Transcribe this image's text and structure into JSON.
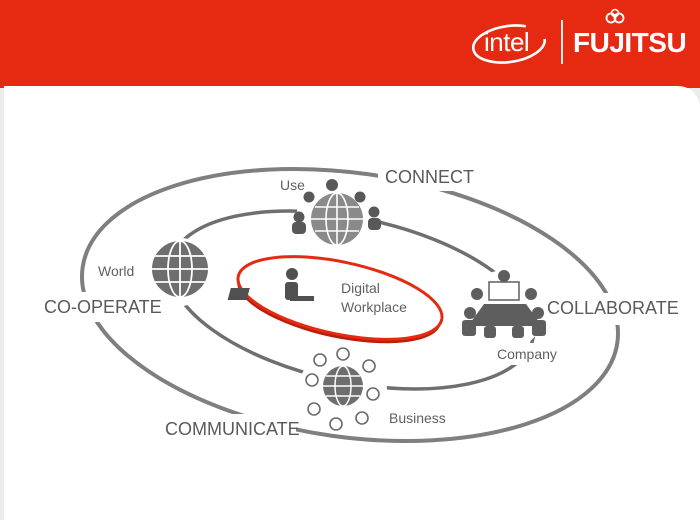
{
  "brand": {
    "intel": "intel",
    "fujitsu": "FUJITSU"
  },
  "diagram": {
    "outer_labels": {
      "connect": "CONNECT",
      "cooperate": "CO-OPERATE",
      "collaborate": "COLLABORATE",
      "communicate": "COMMUNICATE"
    },
    "inner_labels": {
      "use": "Use",
      "world": "World",
      "company": "Company",
      "business": "Business"
    },
    "center": {
      "line1": "Digital",
      "line2": "Workplace"
    }
  },
  "colors": {
    "header": "#e62a12",
    "accent_ring": "#e62a12",
    "rings": "#7a7a7a",
    "icons": "#555555"
  },
  "icons": {
    "use": "people-around-globe-icon",
    "world": "globe-icon",
    "company": "meeting-table-icon",
    "business": "globe-with-apps-icon",
    "center": "person-at-laptop-icon"
  }
}
